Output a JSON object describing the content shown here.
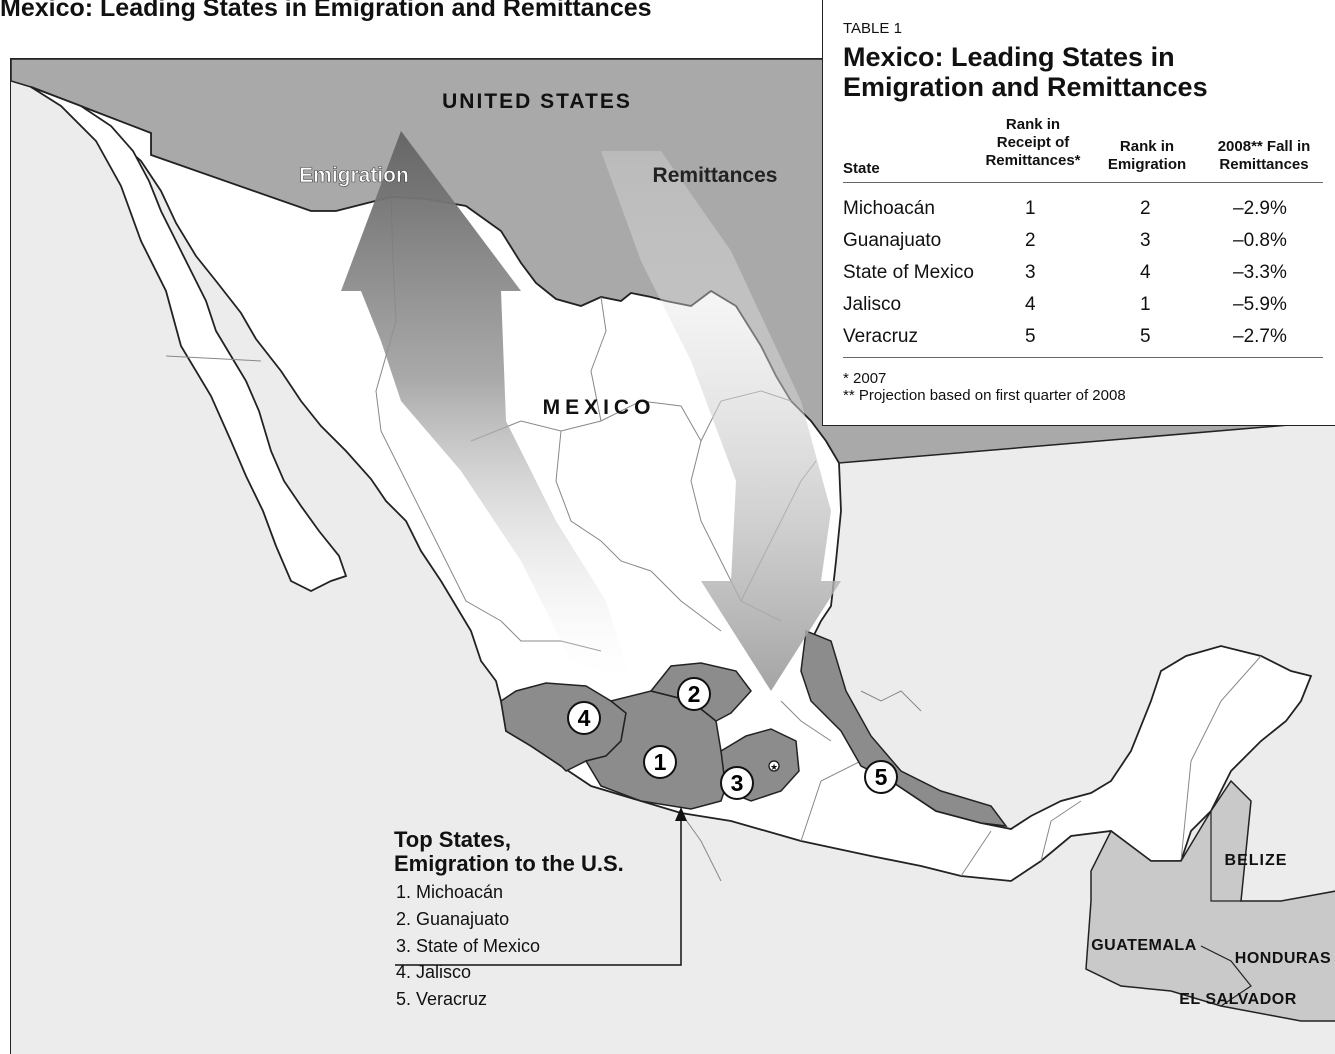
{
  "page_title": "Mexico: Leading States in Emigration and Remittances",
  "map": {
    "labels": {
      "united_states": "UNITED STATES",
      "mexico": "MEXICO",
      "emigration": "Emigration",
      "remittances": "Remittances",
      "belize": "BELIZE",
      "guatemala": "GUATEMALA",
      "honduras": "HONDURAS",
      "el_salvador": "EL SALVADOR"
    },
    "markers": [
      "1",
      "2",
      "3",
      "4",
      "5"
    ],
    "colors": {
      "ocean": "#ececec",
      "united_states": "#a9a9a9",
      "mexico_land": "#ffffff",
      "highlighted_states": "#8c8c8c",
      "central_america": "#c9c9c9"
    }
  },
  "legend": {
    "title_line1": "Top States,",
    "title_line2": "Emigration to the U.S.",
    "items": [
      "1. Michoacán",
      "2. Guanajuato",
      "3. State of Mexico",
      "4. Jalisco",
      "5. Veracruz"
    ]
  },
  "table": {
    "tag": "TABLE 1",
    "title_line1": "Mexico: Leading States in",
    "title_line2": "Emigration and Remittances",
    "headers": {
      "state": "State",
      "remit_rank": [
        "Rank in",
        "Receipt of",
        "Remittances*"
      ],
      "emig_rank": [
        "Rank in",
        "Emigration"
      ],
      "fall": [
        "2008** Fall in",
        "Remittances"
      ]
    },
    "rows": [
      {
        "state": "Michoacán",
        "remit": "1",
        "emig": "2",
        "fall": "–2.9%"
      },
      {
        "state": "Guanajuato",
        "remit": "2",
        "emig": "3",
        "fall": "–0.8%"
      },
      {
        "state": "State of Mexico",
        "remit": "3",
        "emig": "4",
        "fall": "–3.3%"
      },
      {
        "state": "Jalisco",
        "remit": "4",
        "emig": "1",
        "fall": "–5.9%"
      },
      {
        "state": "Veracruz",
        "remit": "5",
        "emig": "5",
        "fall": "–2.7%"
      }
    ],
    "notes": [
      "* 2007",
      "** Projection based on first quarter of 2008"
    ]
  }
}
